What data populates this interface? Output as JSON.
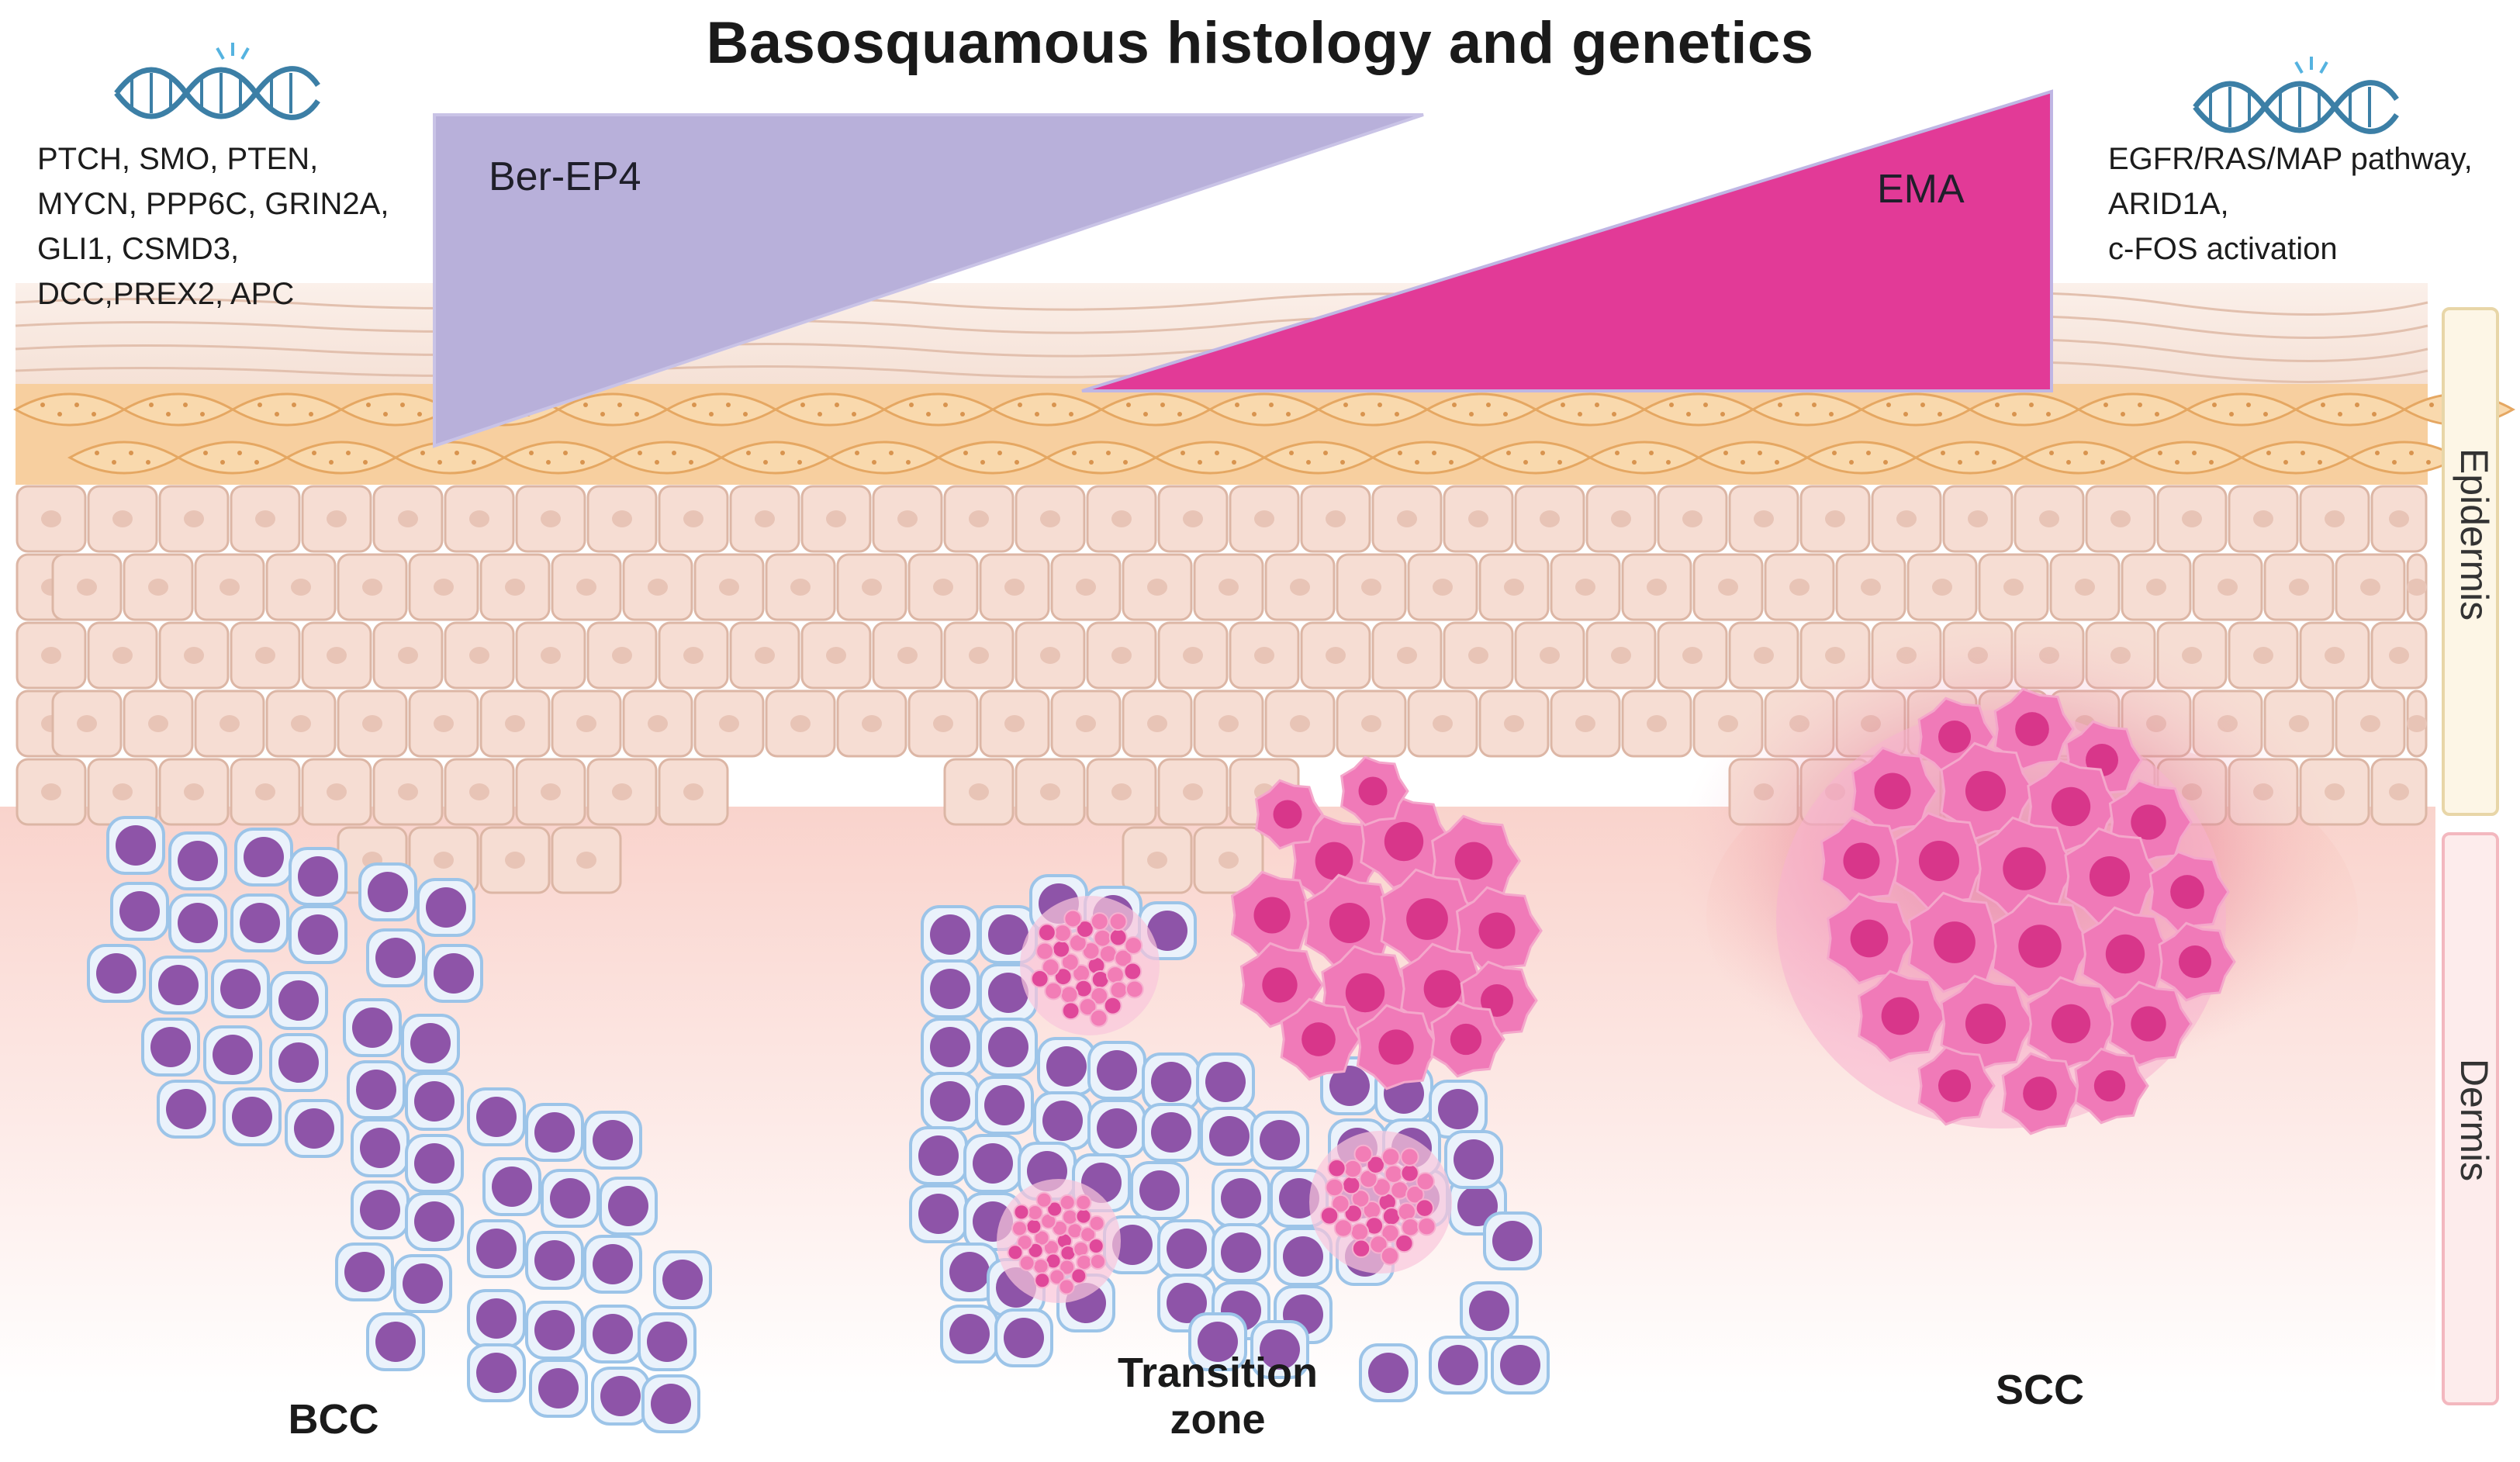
{
  "title": "Basosquamous histology and genetics",
  "left_genetics": [
    "PTCH, SMO, PTEN,",
    "MYCN, PPP6C, GRIN2A,",
    "GLI1, CSMD3,",
    "DCC,PREX2, APC"
  ],
  "right_genetics": [
    "EGFR/RAS/MAP pathway,",
    "ARID1A,",
    "c-FOS activation"
  ],
  "markers": {
    "ber_ep4": "Ber-EP4",
    "ema": "EMA"
  },
  "layers": {
    "epidermis": "Epidermis",
    "dermis": "Dermis"
  },
  "zones": {
    "bcc": "BCC",
    "transition_line1": "Transition",
    "transition_line2": "zone",
    "scc": "SCC"
  },
  "colors": {
    "ber_ep4": "#b8b0da",
    "ema": "#e23a97",
    "bcc_nucleus": "#8e54a8",
    "bcc_cell_border": "#9cc4e8",
    "tumor_pink": "#f07ab8",
    "tumor_core": "#d8368a",
    "keratinocyte": "#f6ddd3",
    "granular_layer": "#f6c79a",
    "dna_icon": "#3c7fa6"
  },
  "icons": [
    "dna-helix-icon-left",
    "dna-helix-icon-right"
  ]
}
